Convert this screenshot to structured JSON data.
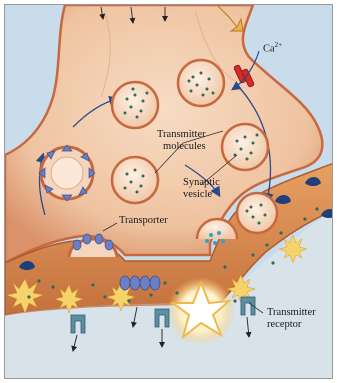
{
  "labels": {
    "calcium": "Ca",
    "calcium_charge": "2+",
    "transmitter_molecules": "Transmitter\nmolecules",
    "synaptic_vesicle": "Synaptic\nvesicle",
    "transporter": "Transporter",
    "transmitter_receptor": "Transmitter\nreceptor"
  },
  "colors": {
    "background": "#c9dcec",
    "terminal": "#f2c9a8",
    "terminal_shade": "#e4a57f",
    "membrane": "#c7683f",
    "cleft": "#d98b4a",
    "vesicle_fill": "#f8dcc6",
    "dot": "#2f6b5a",
    "transporter": "#6c7fc4",
    "receptor": "#5d8fa3",
    "calcium_channel": "#d42a2a",
    "arrow": "#2b4a8a",
    "release_flash": "#fff6d8",
    "dark_protein": "#1f3e7a"
  }
}
